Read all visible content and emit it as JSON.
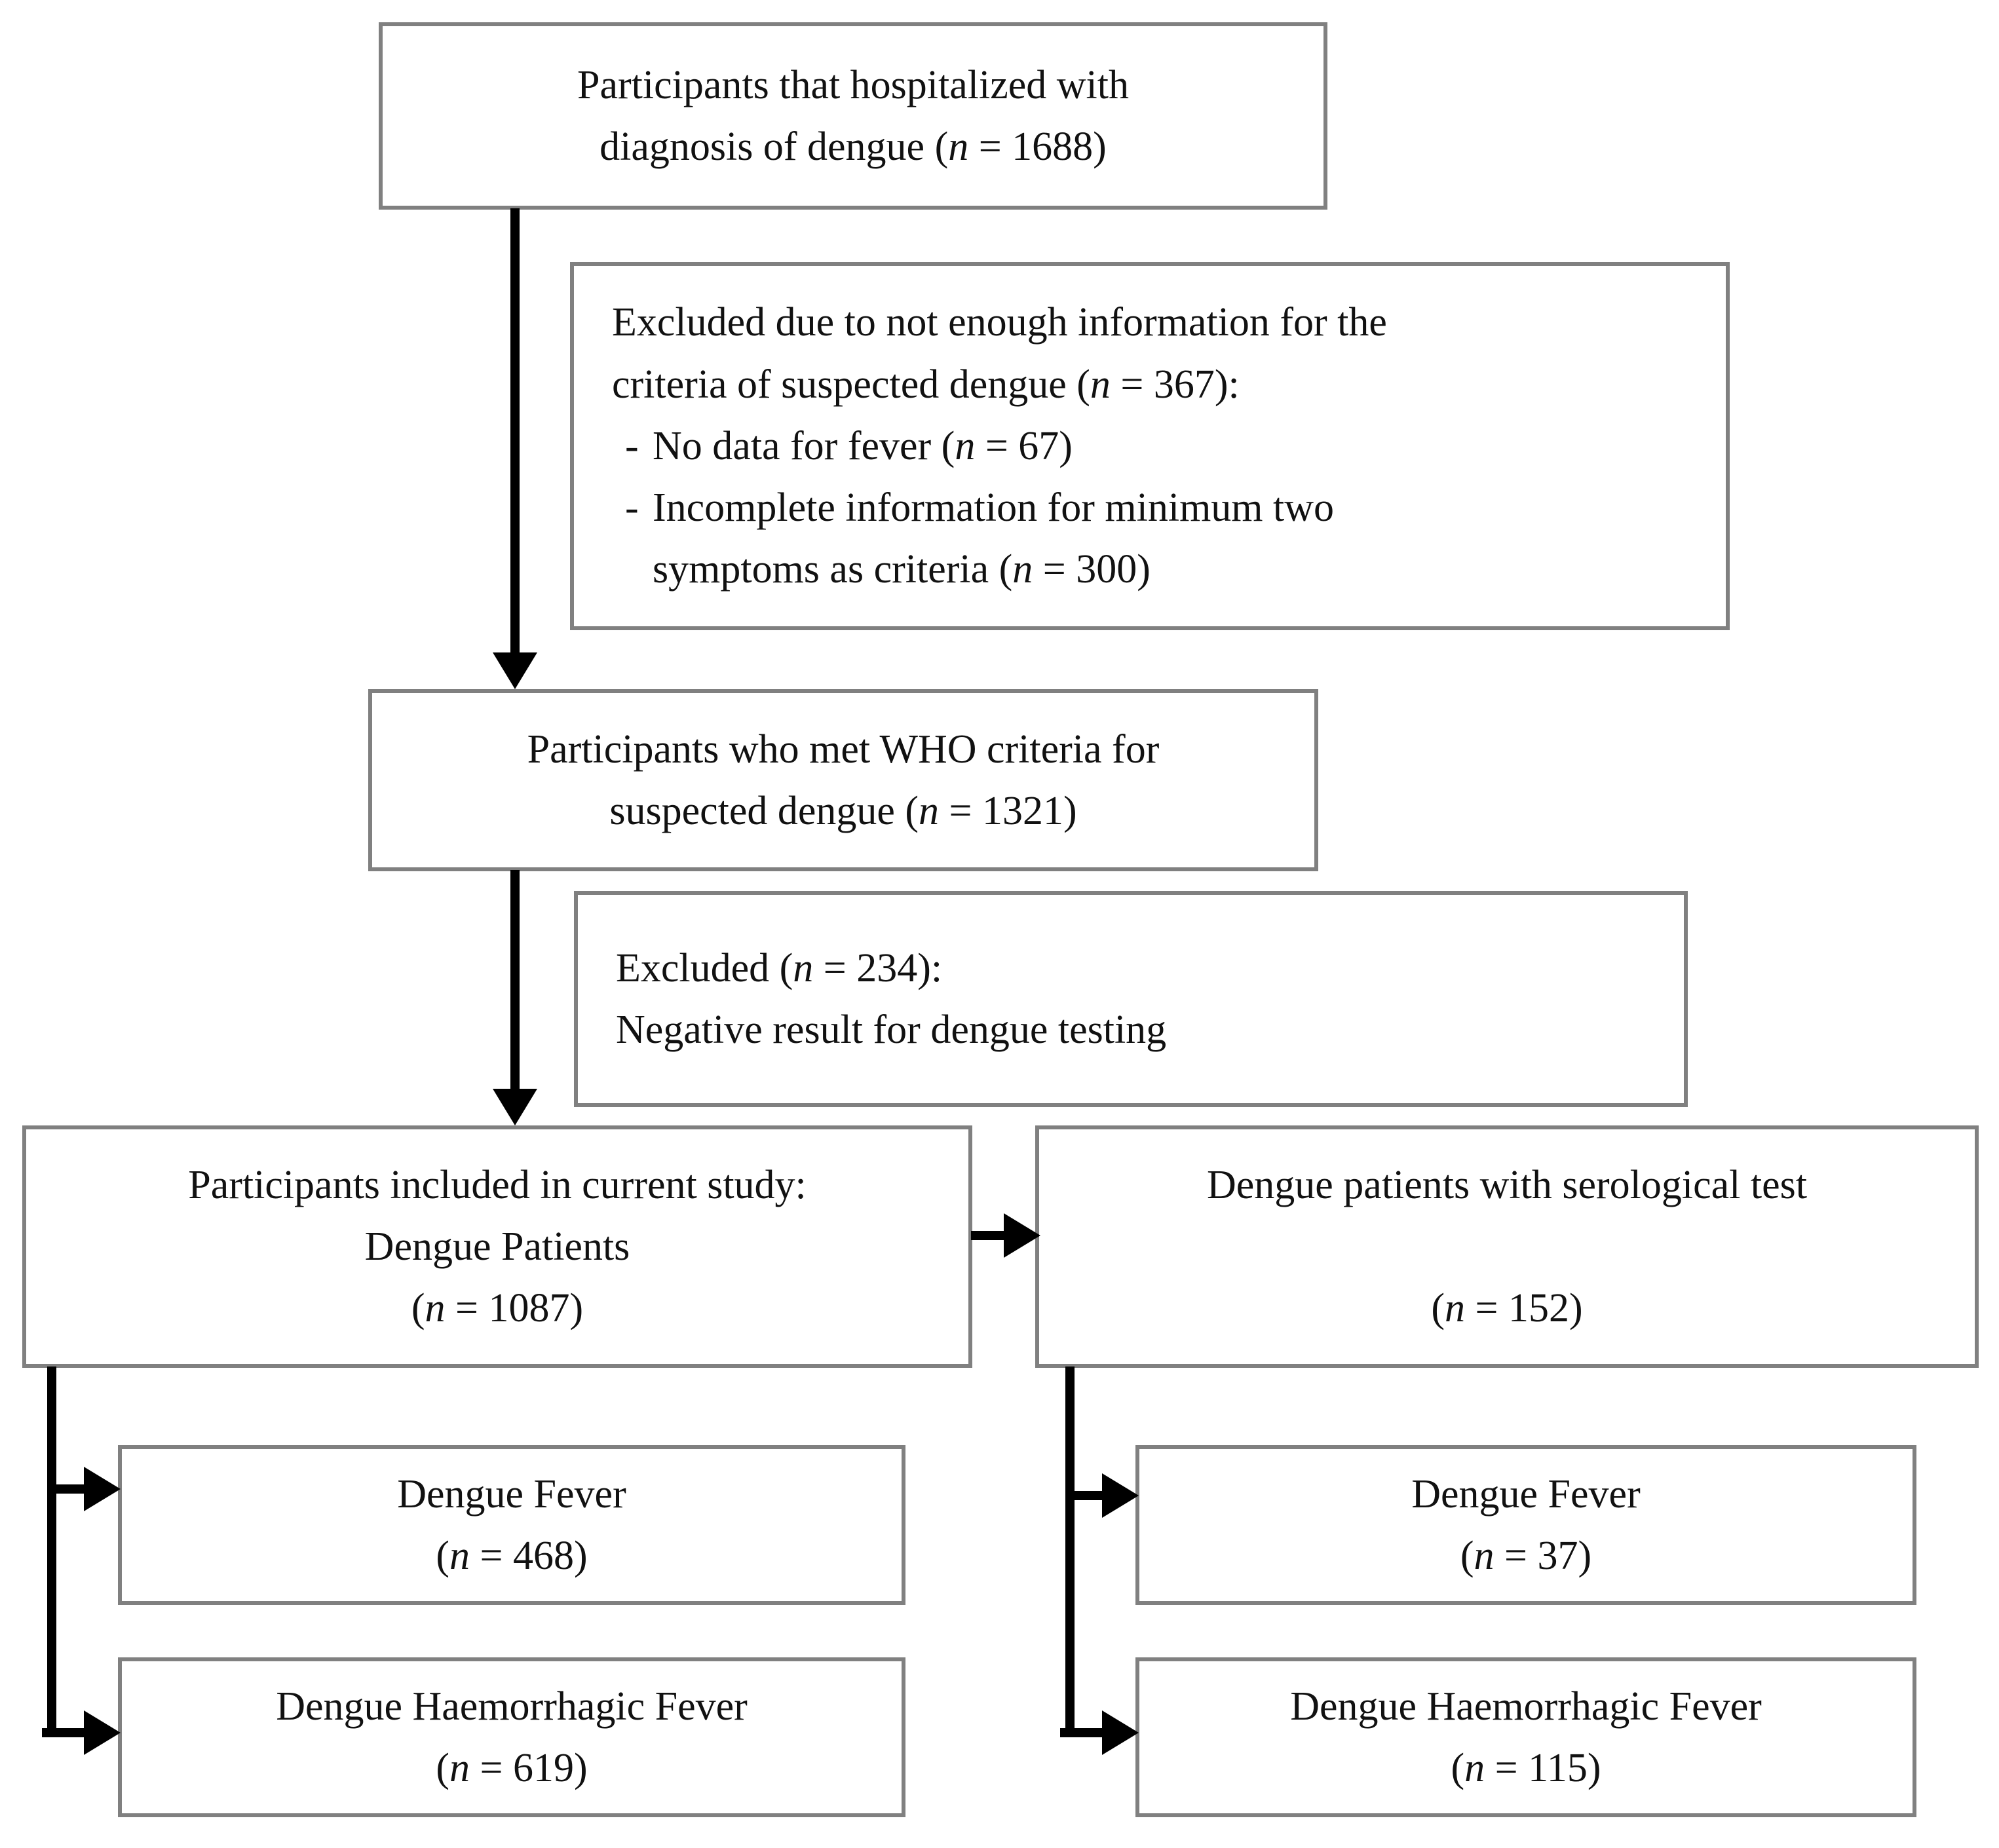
{
  "diagram": {
    "title": "Participant flow diagram for dengue hospitalization study",
    "border_color": "#808080",
    "line_color": "#000000",
    "background": "#ffffff"
  },
  "nodes": {
    "hospitalized": {
      "line1": "Participants that hospitalized with",
      "line2_pre": "diagnosis of dengue (",
      "line2_n": "n",
      "line2_post": " = 1688)",
      "count": 1688
    },
    "excluded_info": {
      "line1": "Excluded due to not enough information for the",
      "line2_pre": "criteria of suspected dengue (",
      "line2_n": "n",
      "line2_post": " = 367):",
      "count": 367,
      "bullets": [
        {
          "dash": "-",
          "pre": "No data for fever (",
          "n": "n",
          "post": " = 67)",
          "count": 67
        },
        {
          "dash": "-",
          "pre": "Incomplete information for minimum two",
          "line2_pre": "symptoms as criteria (",
          "n": "n",
          "post": " = 300)",
          "count": 300
        }
      ]
    },
    "who_criteria": {
      "line1": "Participants who met WHO criteria for",
      "line2_pre": "suspected dengue (",
      "line2_n": "n",
      "line2_post": " = 1321)",
      "count": 1321
    },
    "excluded_negative": {
      "line1_pre": "Excluded (",
      "line1_n": "n",
      "line1_post": " = 234):",
      "line2": "Negative result for dengue testing",
      "count": 234
    },
    "included_study": {
      "line1": "Participants included in current study:",
      "line2": "Dengue Patients",
      "line3_pre": "(",
      "line3_n": "n",
      "line3_post": " = 1087)",
      "count": 1087
    },
    "serological": {
      "line1": "Dengue patients with serological test",
      "line2_pre": "(",
      "line2_n": "n",
      "line2_post": " = 152)",
      "count": 152
    },
    "df_left": {
      "line1": "Dengue Fever",
      "line2_pre": "(",
      "line2_n": "n",
      "line2_post": " = 468)",
      "count": 468
    },
    "dhf_left": {
      "line1": "Dengue Haemorrhagic Fever",
      "line2_pre": "(",
      "line2_n": "n",
      "line2_post": " = 619)",
      "count": 619
    },
    "df_right": {
      "line1": "Dengue Fever",
      "line2_pre": "(",
      "line2_n": "n",
      "line2_post": " = 37)",
      "count": 37
    },
    "dhf_right": {
      "line1": "Dengue Haemorrhagic Fever",
      "line2_pre": "(",
      "line2_n": "n",
      "line2_post": " = 115)",
      "count": 115
    }
  },
  "connectors": [
    {
      "name": "hospitalized-to-who",
      "kind": "arrow-down"
    },
    {
      "name": "who-to-included",
      "kind": "arrow-down"
    },
    {
      "name": "included-to-serological",
      "kind": "arrow-right"
    },
    {
      "name": "included-to-df-left",
      "kind": "elbow-arrow-right"
    },
    {
      "name": "included-to-dhf-left",
      "kind": "elbow-arrow-right"
    },
    {
      "name": "serological-to-df-right",
      "kind": "elbow-arrow-right"
    },
    {
      "name": "serological-to-dhf-right",
      "kind": "elbow-arrow-right"
    }
  ]
}
